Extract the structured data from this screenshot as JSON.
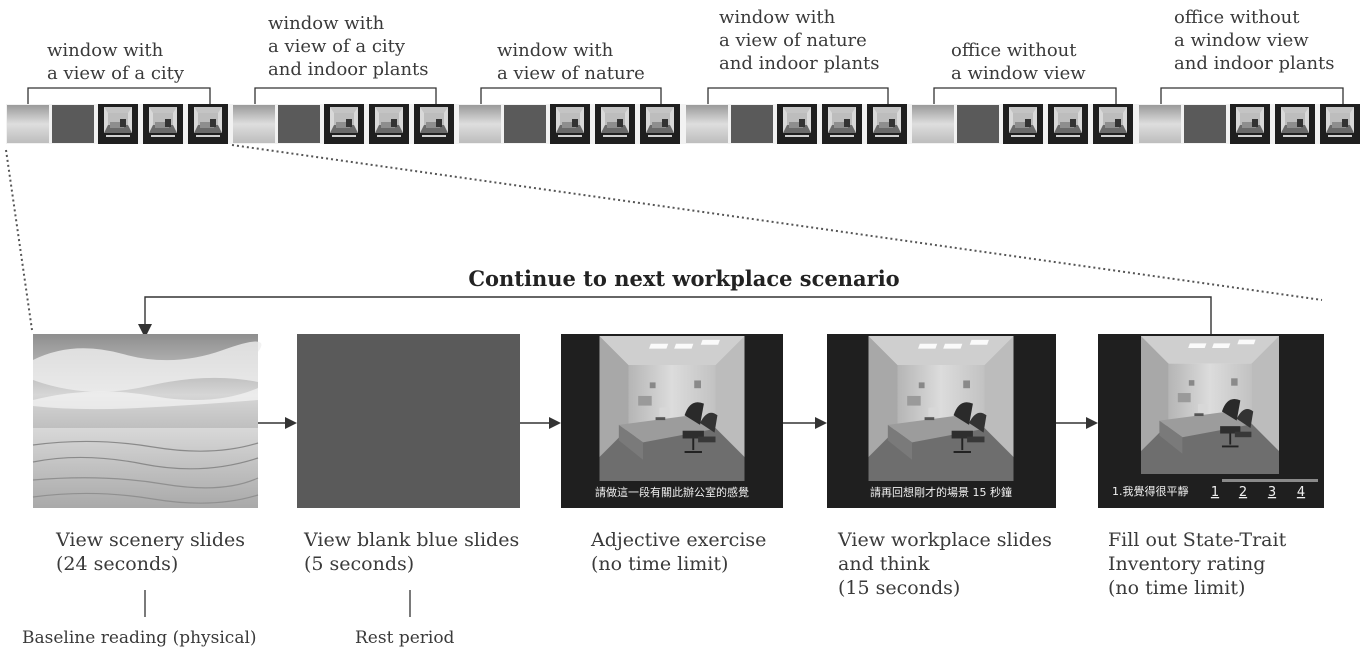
{
  "scenarios": [
    {
      "lines": [
        "window with",
        "a view of a city"
      ]
    },
    {
      "lines": [
        "window with",
        "a view of a city",
        "and indoor plants"
      ]
    },
    {
      "lines": [
        "window with",
        "a view of nature"
      ]
    },
    {
      "lines": [
        "window with",
        "a view of nature",
        "and indoor plants"
      ]
    },
    {
      "lines": [
        "office without",
        "a window view"
      ]
    },
    {
      "lines": [
        "office without",
        "a window view",
        "and indoor plants"
      ]
    }
  ],
  "loop_label": "Continue to next workplace scenario",
  "steps": [
    {
      "lines": [
        "View scenery slides",
        "(24 seconds)"
      ],
      "sub": "Baseline reading (physical)"
    },
    {
      "lines": [
        "View blank blue slides",
        "(5 seconds)"
      ],
      "sub": "Rest period"
    },
    {
      "lines": [
        "Adjective exercise",
        "(no time limit)"
      ],
      "caption": "請做這一段有關此辦公室的感覺"
    },
    {
      "lines": [
        "View workplace slides",
        "and think",
        "(15 seconds)"
      ],
      "caption": "請再回想剛才的場景 15 秒鐘"
    },
    {
      "lines": [
        "Fill out State-Trait",
        "Inventory rating"
      ],
      "extra": "(no time limit)",
      "caption": "1.我覺得很平靜",
      "rating": [
        "1",
        "2",
        "3",
        "4"
      ]
    }
  ],
  "colors": {
    "blank_slide": "#5a5a5a",
    "dark_frame": "#1f1f1f",
    "line": "#333333"
  }
}
